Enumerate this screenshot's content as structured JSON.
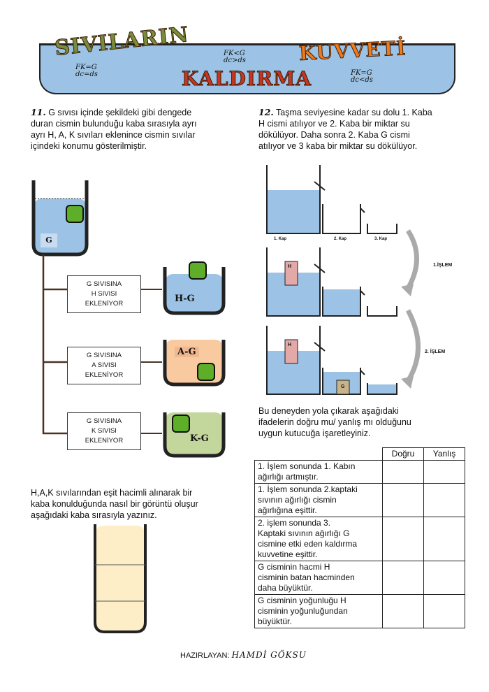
{
  "banner": {
    "word1": "SIVILARIN",
    "word2": "KALDIRMA",
    "word3": "KUVVETİ",
    "formulas": [
      {
        "line1": "FK=G",
        "line2": "dc=ds"
      },
      {
        "line1": "FK<G",
        "line2": "dc>ds"
      },
      {
        "line1": "FK=G",
        "line2": "dc<ds"
      }
    ]
  },
  "q11": {
    "number": "11.",
    "text_line1": " G sıvısı içinde şekildeki gibi dengede",
    "text_line2": "duran cismin bulunduğu kaba sırasıyla ayrı",
    "text_line3": "ayrı H, A, K sıvıları eklenince cismin sıvılar",
    "text_line4": "içindeki konumu gösterilmiştir.",
    "main_liquid": "G",
    "steps": [
      {
        "l1": "G SIVISINA",
        "l2": "H SIVISI",
        "l3": "EKLENİYOR",
        "result": "H-G",
        "color": "#9cc3e5"
      },
      {
        "l1": "G SIVISINA",
        "l2": "A SIVISI",
        "l3": "EKLENİYOR",
        "result": "A-G",
        "color": "#f9c9a0"
      },
      {
        "l1": "G SIVISINA",
        "l2": "K SIVISI",
        "l3": "EKLENİYOR",
        "result": "K-G",
        "color": "#c3d69b"
      }
    ],
    "bottom_line1": "H,A,K sıvılarından eşit hacimli alınarak bir",
    "bottom_line2": "kaba konulduğunda nasıl bir görüntü oluşur",
    "bottom_line3": "aşağıdaki kaba sırasıyla yazınız."
  },
  "q12": {
    "number": "12.",
    "text_line1": " Taşma seviyesine kadar su dolu 1. Kaba",
    "text_line2": "H cismi atılıyor ve 2. Kaba bir miktar su",
    "text_line3": "dökülüyor. Daha sonra 2. Kaba G cismi",
    "text_line4": "atılıyor ve 3 kaba bir miktar su dökülüyor.",
    "cap1": "1. Kap",
    "cap2": "2. Kap",
    "cap3": "3. Kap",
    "step1": "1.İŞLEM",
    "step2": "2. İŞLEM",
    "obj_h": "H",
    "obj_g": "G",
    "instr_line1": "Bu deneyden yola çıkarak aşağıdaki",
    "instr_line2": "ifadelerin doğru mu/ yanlış mı olduğunu",
    "instr_line3": "uygun kutucuğa işaretleyiniz.",
    "col_true": "Doğru",
    "col_false": "Yanlış",
    "rows": [
      {
        "l1": "1. İşlem sonunda 1. Kabın",
        "l2": "ağırlığı artmıştır.",
        "l3": "",
        "l4": ""
      },
      {
        "l1": "1. İşlem sonunda 2.kaptaki",
        "l2": "sıvının ağırlığı cismin",
        "l3": "ağırlığına eşittir.",
        "l4": ""
      },
      {
        "l1": "2. işlem sonunda 3.",
        "l2": "Kaptaki sıvının ağırlığı G",
        "l3": "cismine etki eden kaldırma",
        "l4": "kuvvetine eşittir."
      },
      {
        "l1": "G cisminin hacmi H",
        "l2": "cisminin batan hacminden",
        "l3": "daha büyüktür.",
        "l4": ""
      },
      {
        "l1": "G cisminin yoğunluğu H",
        "l2": "cisminin yoğunluğundan",
        "l3": "büyüktür.",
        "l4": ""
      }
    ]
  },
  "footer": {
    "label": "HAZIRLAYAN: ",
    "name": "HAMDİ GÖKSU"
  }
}
